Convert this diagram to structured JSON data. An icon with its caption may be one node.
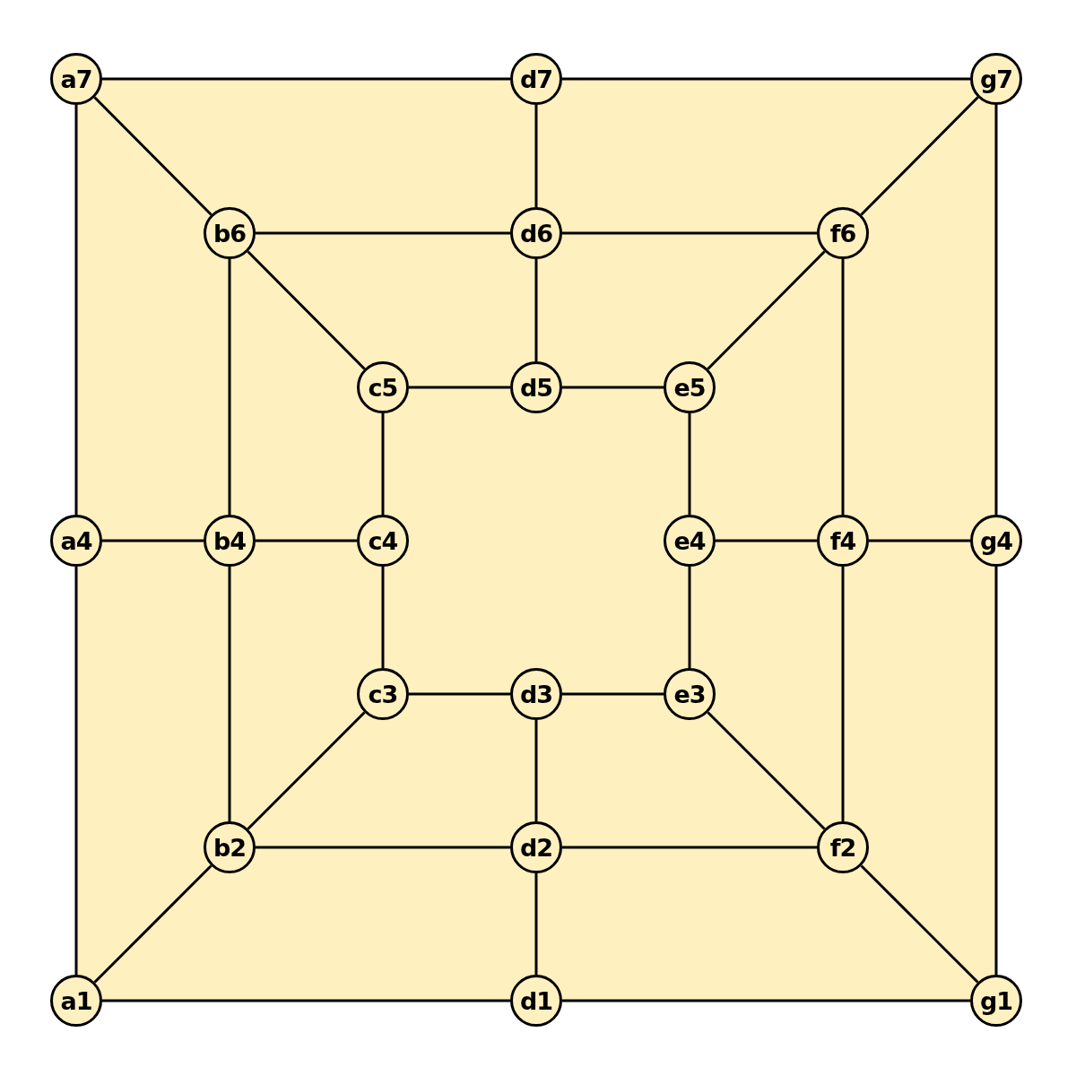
{
  "diagram": {
    "nodes": [
      {
        "text": [
          "a7"
        ]
      },
      {
        "text": [
          "d7"
        ]
      },
      {
        "text": [
          "g7"
        ]
      },
      {
        "text": [
          "b6"
        ]
      },
      {
        "text": [
          "d6"
        ]
      },
      {
        "text": [
          "f6"
        ]
      },
      {
        "text": [
          "c5"
        ]
      },
      {
        "text": [
          "d5"
        ]
      },
      {
        "text": [
          "e5"
        ]
      },
      {
        "text": [
          "a4"
        ]
      },
      {
        "text": [
          "b4"
        ]
      },
      {
        "text": [
          "c4"
        ]
      },
      {
        "text": [
          "e4"
        ]
      },
      {
        "text": [
          "f4"
        ]
      },
      {
        "text": [
          "g4"
        ]
      },
      {
        "text": [
          "c3"
        ]
      },
      {
        "text": [
          "d3"
        ]
      },
      {
        "text": [
          "e3"
        ]
      },
      {
        "text": [
          "b2"
        ]
      },
      {
        "text": [
          "d2"
        ]
      },
      {
        "text": [
          "f2"
        ]
      },
      {
        "text": [
          "a1"
        ]
      },
      {
        "text": [
          "d1"
        ]
      },
      {
        "text": [
          "g1"
        ]
      }
    ],
    "edges": [
      {
        "from": 0,
        "to": 1,
        "arrow": "none"
      },
      {
        "from": 1,
        "to": 2,
        "arrow": "none"
      },
      {
        "from": 0,
        "to": 3,
        "arrow": "none"
      },
      {
        "from": 1,
        "to": 4,
        "arrow": "none"
      },
      {
        "from": 2,
        "to": 5,
        "arrow": "none"
      },
      {
        "from": 3,
        "to": 4,
        "arrow": "none"
      },
      {
        "from": 4,
        "to": 5,
        "arrow": "none"
      },
      {
        "from": 3,
        "to": 6,
        "arrow": "none"
      },
      {
        "from": 4,
        "to": 7,
        "arrow": "none"
      },
      {
        "from": 5,
        "to": 8,
        "arrow": "none"
      },
      {
        "from": 6,
        "to": 7,
        "arrow": "none"
      },
      {
        "from": 7,
        "to": 8,
        "arrow": "none"
      },
      {
        "from": 0,
        "to": 9,
        "arrow": "none"
      },
      {
        "from": 3,
        "to": 10,
        "arrow": "none"
      },
      {
        "from": 6,
        "to": 11,
        "arrow": "none"
      },
      {
        "from": 8,
        "to": 12,
        "arrow": "none"
      },
      {
        "from": 5,
        "to": 13,
        "arrow": "none"
      },
      {
        "from": 2,
        "to": 14,
        "arrow": "none"
      },
      {
        "from": 9,
        "to": 10,
        "arrow": "none"
      },
      {
        "from": 10,
        "to": 11,
        "arrow": "none"
      },
      {
        "from": 12,
        "to": 13,
        "arrow": "none"
      },
      {
        "from": 13,
        "to": 14,
        "arrow": "none"
      },
      {
        "from": 9,
        "to": 21,
        "arrow": "none"
      },
      {
        "from": 10,
        "to": 18,
        "arrow": "none"
      },
      {
        "from": 11,
        "to": 15,
        "arrow": "none"
      },
      {
        "from": 12,
        "to": 17,
        "arrow": "none"
      },
      {
        "from": 13,
        "to": 20,
        "arrow": "none"
      },
      {
        "from": 14,
        "to": 23,
        "arrow": "none"
      },
      {
        "from": 15,
        "to": 16,
        "arrow": "none"
      },
      {
        "from": 16,
        "to": 17,
        "arrow": "none"
      },
      {
        "from": 15,
        "to": 18,
        "arrow": "none"
      },
      {
        "from": 16,
        "to": 19,
        "arrow": "none"
      },
      {
        "from": 17,
        "to": 20,
        "arrow": "none"
      },
      {
        "from": 18,
        "to": 19,
        "arrow": "none"
      },
      {
        "from": 19,
        "to": 20,
        "arrow": "none"
      },
      {
        "from": 18,
        "to": 21,
        "arrow": "none"
      },
      {
        "from": 19,
        "to": 22,
        "arrow": "none"
      },
      {
        "from": 20,
        "to": 23,
        "arrow": "none"
      },
      {
        "from": 21,
        "to": 22,
        "arrow": "none"
      },
      {
        "from": 22,
        "to": 23,
        "arrow": "none"
      }
    ]
  }
}
